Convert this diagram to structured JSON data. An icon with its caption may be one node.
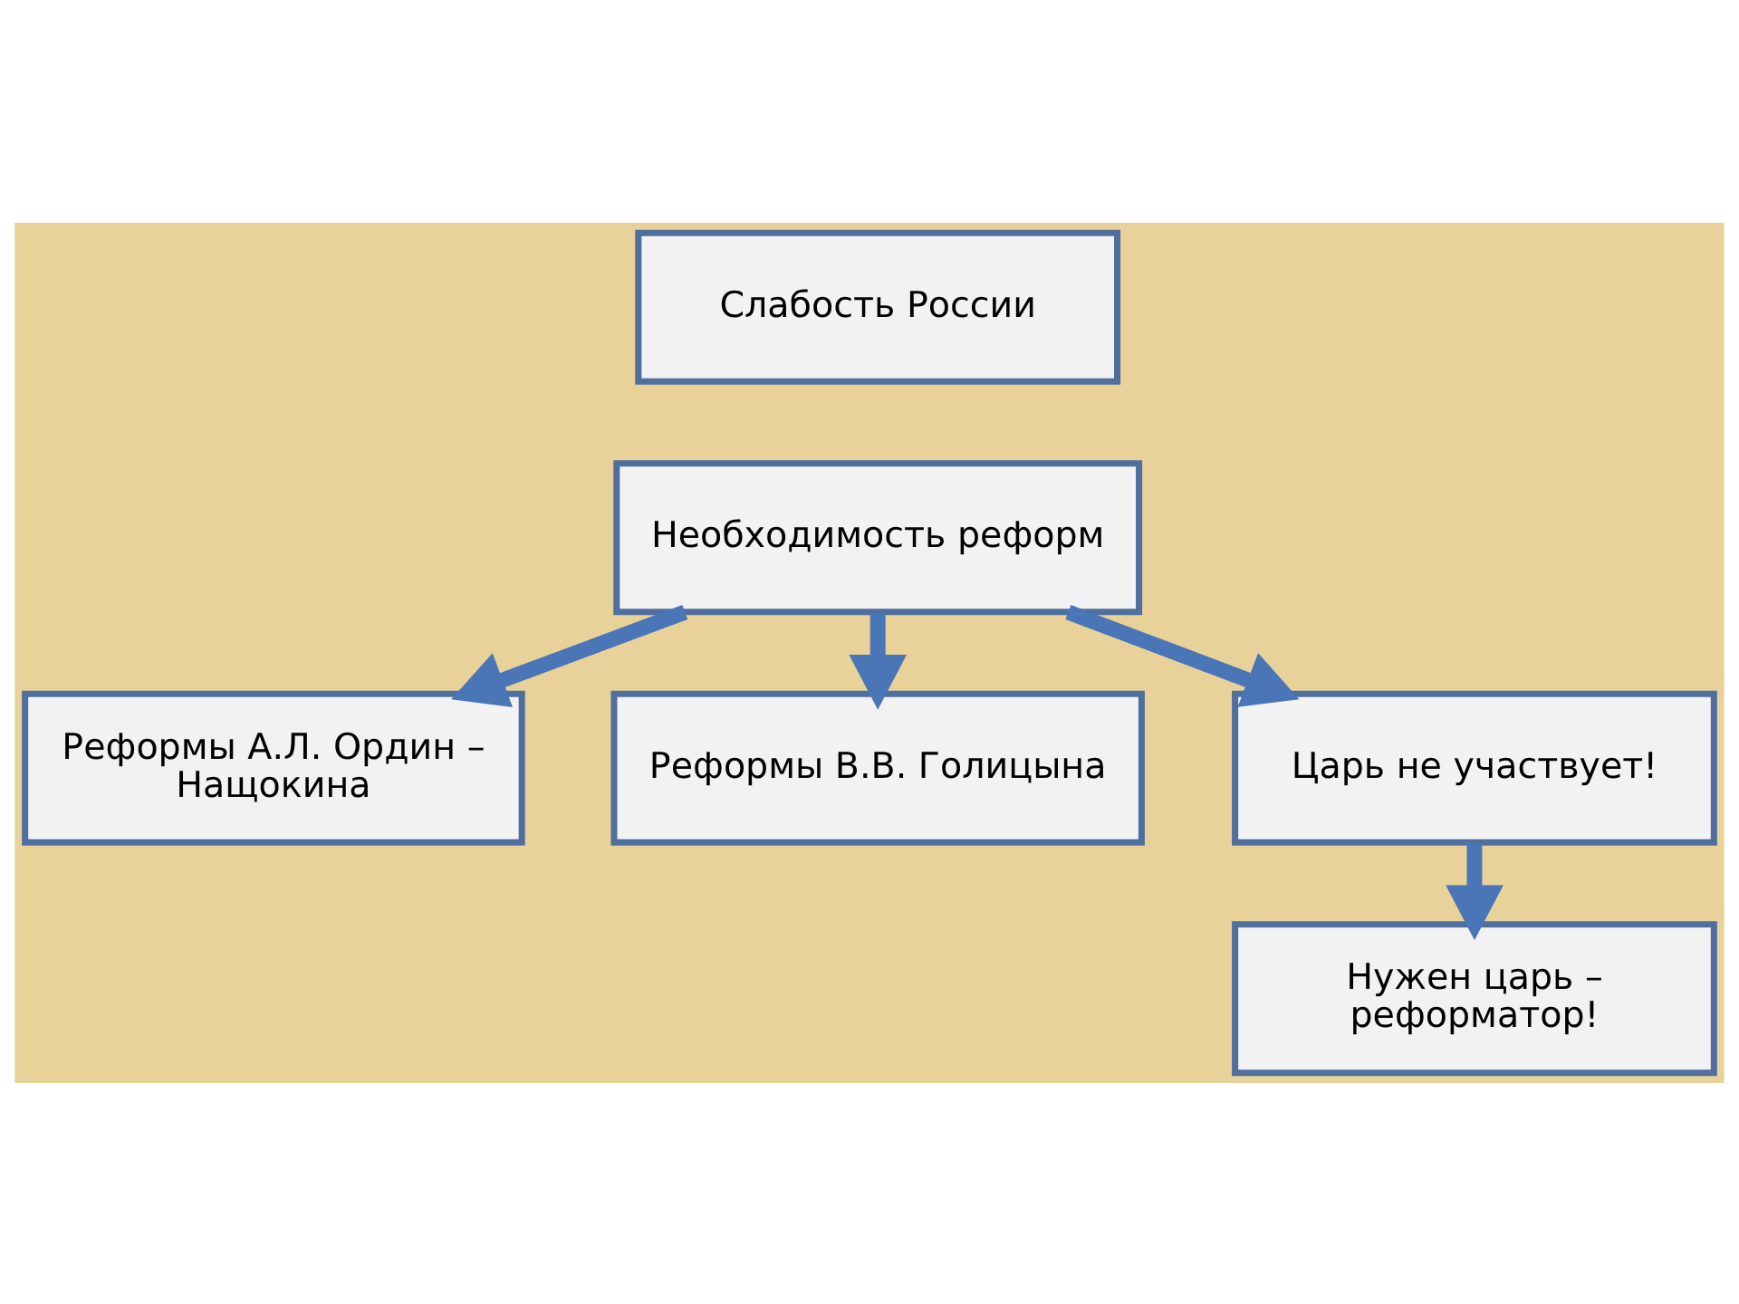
{
  "diagram": {
    "nodes": [
      {
        "text": [
          "Слабость России"
        ]
      },
      {
        "text": [
          "Необходимость реформ"
        ]
      },
      {
        "text": [
          "Реформы А.Л. Ордин – Нащокина"
        ]
      },
      {
        "text": [
          "Реформы В.В. Голицына"
        ]
      },
      {
        "text": [
          "Царь не участвует!"
        ]
      },
      {
        "text": [
          "Нужен царь – реформатор!"
        ]
      }
    ],
    "edges": [
      {
        "from": 1,
        "to": 2,
        "arrow": "to"
      },
      {
        "from": 1,
        "to": 4,
        "arrow": "to"
      },
      {
        "from": 1,
        "to": 3,
        "arrow": "to"
      },
      {
        "from": 4,
        "to": 5,
        "arrow": "to"
      }
    ]
  }
}
